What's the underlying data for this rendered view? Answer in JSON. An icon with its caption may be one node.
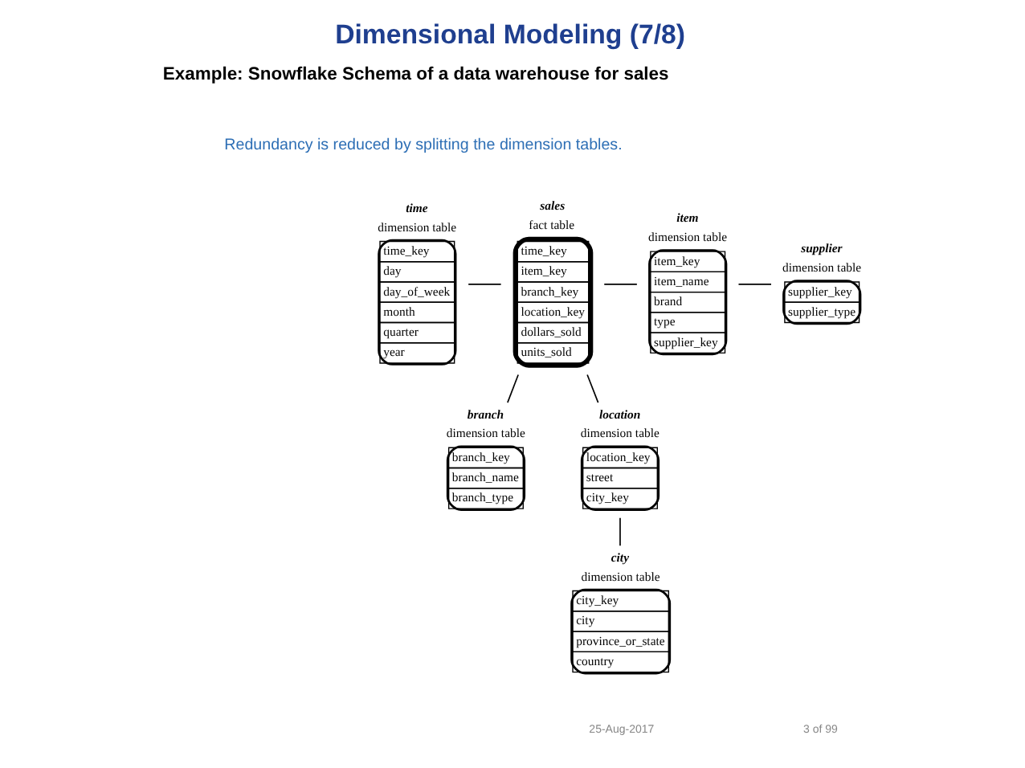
{
  "diagram": {
    "title": "Dimensional Modeling (7/8)",
    "nodes": [
      {
        "text": [
          "time",
          "dimension table",
          "time_key",
          "day",
          "day_of_week",
          "month",
          "quarter",
          "year"
        ]
      },
      {
        "text": [
          "sales",
          "fact table",
          "time_key",
          "item_key",
          "branch_key",
          "location_key",
          "dollars_sold",
          "units_sold"
        ]
      },
      {
        "text": [
          "item",
          "dimension table",
          "item_key",
          "item_name",
          "brand",
          "type",
          "supplier_key"
        ]
      },
      {
        "text": [
          "supplier",
          "dimension table",
          "supplier_key",
          "supplier_type"
        ]
      },
      {
        "text": [
          "branch",
          "dimension table",
          "branch_key",
          "branch_name",
          "branch_type"
        ]
      },
      {
        "text": [
          "location",
          "dimension table",
          "location_key",
          "street",
          "city_key"
        ]
      },
      {
        "text": [
          "city",
          "dimension table",
          "city_key",
          "city",
          "province_or_state",
          "country"
        ]
      }
    ],
    "edges": [
      {
        "from": 0,
        "to": 1,
        "arrow": "none"
      },
      {
        "from": 1,
        "to": 2,
        "arrow": "none"
      },
      {
        "from": 2,
        "to": 3,
        "arrow": "none"
      },
      {
        "from": 1,
        "to": 4,
        "arrow": "none"
      },
      {
        "from": 1,
        "to": 5,
        "arrow": "none"
      },
      {
        "from": 5,
        "to": 6,
        "arrow": "none"
      }
    ],
    "labels": [
      "Example: Snowflake Schema of a data warehouse for sales",
      "Redundancy is reduced by splitting the dimension tables.",
      "25-Aug-2017",
      "3 of 99"
    ]
  }
}
